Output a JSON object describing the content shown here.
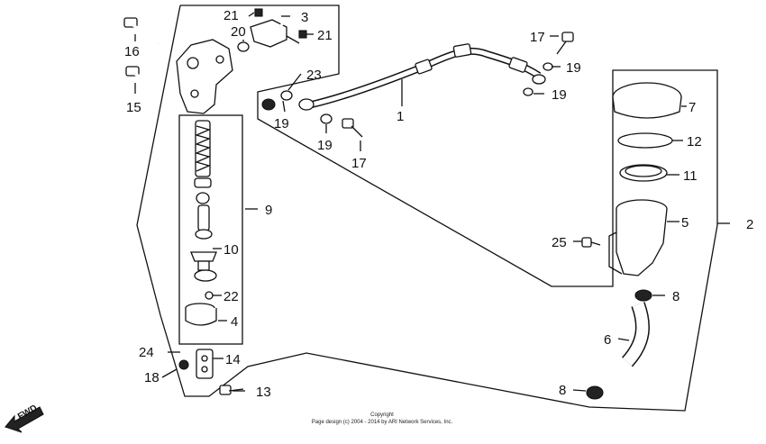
{
  "diagram": {
    "labels": {
      "p1": "1",
      "p2": "2",
      "p3": "3",
      "p4": "4",
      "p5": "5",
      "p6": "6",
      "p7": "7",
      "p8a": "8",
      "p8b": "8",
      "p9": "9",
      "p10": "10",
      "p11": "11",
      "p12": "12",
      "p13": "13",
      "p14": "14",
      "p15": "15",
      "p16": "16",
      "p17a": "17",
      "p17b": "17",
      "p18": "18",
      "p19a": "19",
      "p19b": "19",
      "p19c": "19",
      "p19d": "19",
      "p20": "20",
      "p21a": "21",
      "p21b": "21",
      "p22": "22",
      "p23": "23",
      "p24": "24",
      "p25": "25"
    },
    "direction_marker": "FWD",
    "copyright_line1": "Copyright",
    "copyright_line2": "Page design (c) 2004 - 2014 by ARI Network Services, Inc."
  }
}
